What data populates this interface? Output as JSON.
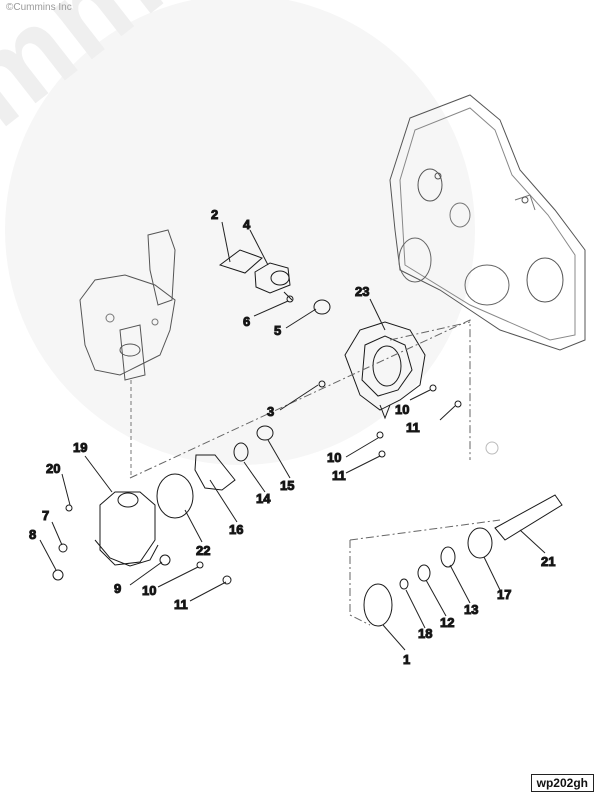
{
  "header": {
    "copyright": "©Cummins Inc"
  },
  "watermark": {
    "brand": "Cummins"
  },
  "callouts": [
    {
      "label": "2"
    },
    {
      "label": "4"
    },
    {
      "label": "6"
    },
    {
      "label": "5"
    },
    {
      "label": "23"
    },
    {
      "label": "3"
    },
    {
      "label": "10"
    },
    {
      "label": "11"
    },
    {
      "label": "10"
    },
    {
      "label": "11"
    },
    {
      "label": "15"
    },
    {
      "label": "14"
    },
    {
      "label": "16"
    },
    {
      "label": "19"
    },
    {
      "label": "20"
    },
    {
      "label": "7"
    },
    {
      "label": "8"
    },
    {
      "label": "22"
    },
    {
      "label": "9"
    },
    {
      "label": "10"
    },
    {
      "label": "11"
    },
    {
      "label": "21"
    },
    {
      "label": "17"
    },
    {
      "label": "13"
    },
    {
      "label": "12"
    },
    {
      "label": "18"
    },
    {
      "label": "1"
    }
  ],
  "footer": {
    "reference_code": "wp202gh"
  }
}
